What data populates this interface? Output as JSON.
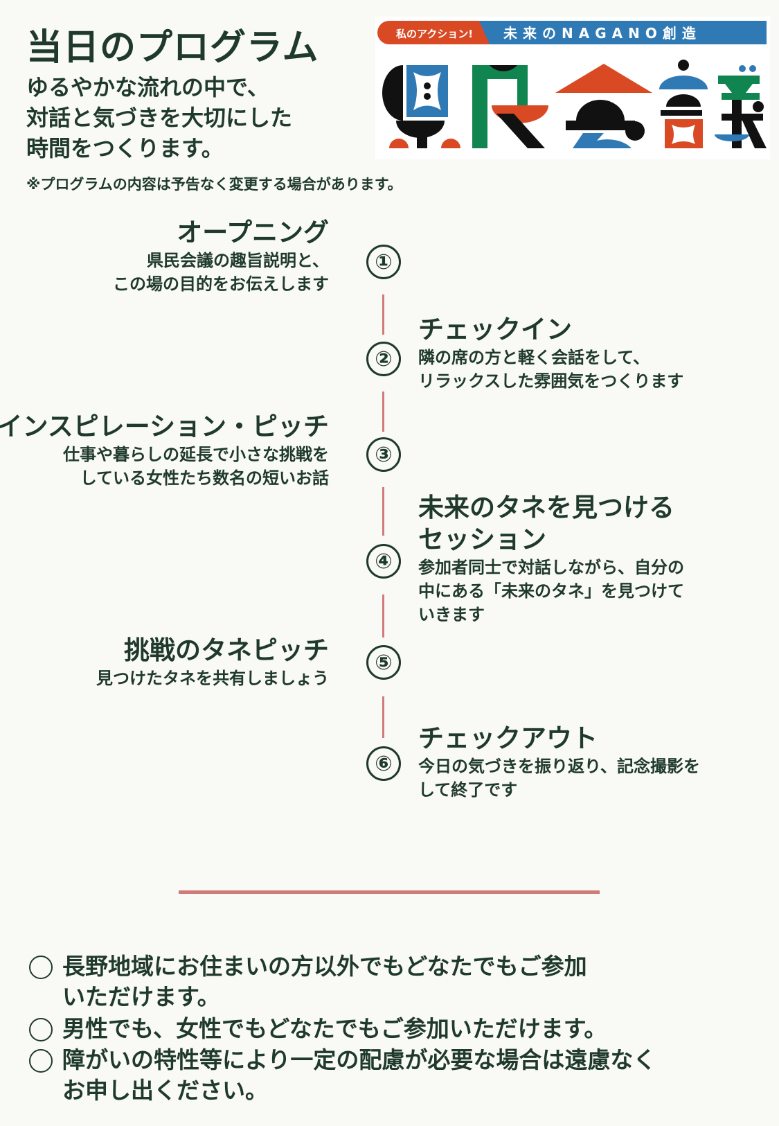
{
  "header": {
    "title": "当日のプログラム",
    "subtitle": [
      "ゆるやかな流れの中で、",
      "対話と気づきを大切にした",
      "時間をつくります。"
    ],
    "note": "※プログラムの内容は予告なく変更する場合があります。"
  },
  "logo": {
    "tag": "私のアクション!",
    "banner": "未来のNAGANO創造",
    "name": "県民会議",
    "colors": {
      "red": "#d94a24",
      "blue": "#2f7ab5",
      "green": "#11854f",
      "black": "#111111"
    }
  },
  "program": [
    {
      "num": "①",
      "title": "オープニング",
      "desc": [
        "県民会議の趣旨説明と、",
        "この場の目的をお伝えします"
      ]
    },
    {
      "num": "②",
      "title": "チェックイン",
      "desc": [
        "隣の席の方と軽く会話をして、",
        "リラックスした雰囲気をつくります"
      ]
    },
    {
      "num": "③",
      "title": "インスピレーション・ピッチ",
      "desc": [
        "仕事や暮らしの延長で小さな挑戦を",
        "している女性たち数名の短いお話"
      ]
    },
    {
      "num": "④",
      "title": [
        "未来のタネを見つける",
        "セッション"
      ],
      "desc": [
        "参加者同士で対話しながら、自分の",
        "中にある「未来のタネ」を見つけて",
        "いきます"
      ]
    },
    {
      "num": "⑤",
      "title": "挑戦のタネピッチ",
      "desc": [
        "見つけたタネを共有しましょう"
      ]
    },
    {
      "num": "⑥",
      "title": "チェックアウト",
      "desc": [
        "今日の気づきを振り返り、記念撮影を",
        "して終了です"
      ]
    }
  ],
  "notes": [
    [
      "長野地域にお住まいの方以外でもどなたでもご参加",
      "いただけます。"
    ],
    [
      "男性でも、女性でもどなたでもご参加いただけます。"
    ],
    [
      "障がいの特性等により一定の配慮が必要な場合は遠慮なく",
      "お申し出ください。"
    ]
  ],
  "colors": {
    "text": "#1f3a2c",
    "accent_line": "#d07a7a",
    "background": "#f9f9f5"
  }
}
